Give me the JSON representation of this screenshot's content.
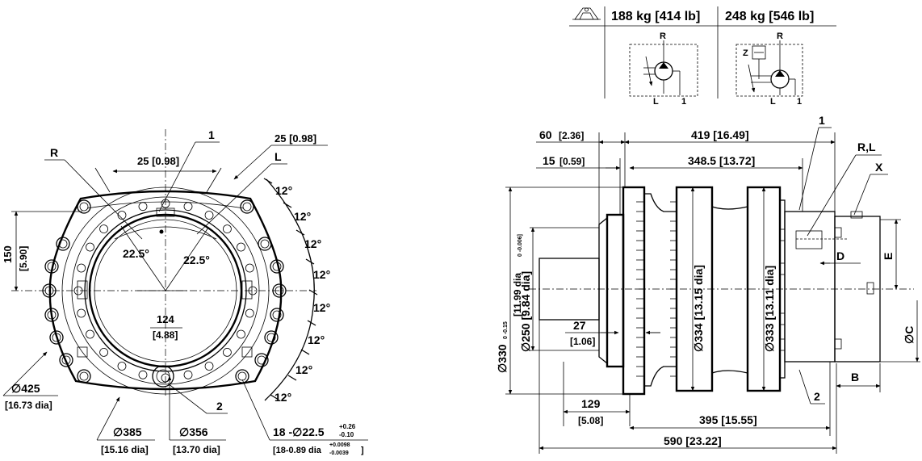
{
  "weights": {
    "w1": "188 kg [414 lb]",
    "w2": "248 kg [546 lb]"
  },
  "schematic": {
    "R": "R",
    "L": "L",
    "one": "1",
    "Z": "Z"
  },
  "front": {
    "d25a": "25 [0.98]",
    "d25b": "25 [0.98]",
    "lbl1": "1",
    "lblR": "R",
    "lblL": "L",
    "lbl2": "2",
    "ang": "22.5°",
    "d150": "150",
    "d150in": "[5.90]",
    "d124": "124",
    "d124in": "[4.88]",
    "deg": "12°",
    "d425": "∅425",
    "d425in": "[16.73 dia]",
    "d385": "∅385",
    "d385in": "[15.16 dia]",
    "d356": "∅356",
    "d356in": "[13.70 dia]",
    "holes": "18 -∅22.5",
    "holesTolUp": "+0.26",
    "holesTolDn": "-0.10",
    "holesIn": "[18-0.89 dia",
    "holesInTolUp": "+0.0098",
    "holesInTolDn": "-0.0039",
    "holesInEnd": "]"
  },
  "side": {
    "d60": "60",
    "d60in": "[2.36]",
    "d419": "419 [16.49]",
    "d15": "15",
    "d15in": "[0.59]",
    "d3485": "348.5 [13.72]",
    "lbl1": "1",
    "lblRL": "R,L",
    "lblX": "X",
    "d330": "∅330",
    "d330tol": "0 -0.15",
    "d330in": "[11.99 dia",
    "d330intol": "0 -0.006]",
    "d250": "∅250 [9.84 dia]",
    "d334": "∅334 [13.15 dia]",
    "d333": "∅333 [13.11 dia]",
    "d27": "27",
    "d27in": "[1.06]",
    "lblD": "D",
    "lblE": "E",
    "lblC": "∅C",
    "lblB": "B",
    "lbl2": "2",
    "d129": "129",
    "d129in": "[5.08]",
    "d395": "395 [15.55]",
    "d590": "590 [23.22]"
  }
}
